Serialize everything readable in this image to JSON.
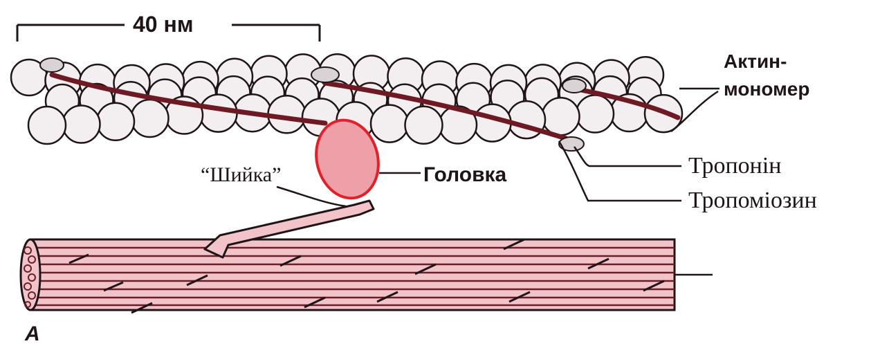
{
  "labels": {
    "scale": "40 нм",
    "actin_line1": "Актин-",
    "actin_line2": "мономер",
    "troponin": "Тропонін",
    "tropomyosin": "Тропоміозин",
    "neck": "“Шийка”",
    "head": "Головка",
    "panel": "А"
  },
  "colors": {
    "ink": "#1f1416",
    "monomer_fill": "#f3eef0",
    "tropomyosin": "#6e1a24",
    "head_fill": "#ef9fa8",
    "head_stroke": "#e0202a",
    "myosin_fill": "#f2c4c9",
    "myosin_line": "#6a1e28",
    "troponin_fill": "#d9d3d6"
  }
}
